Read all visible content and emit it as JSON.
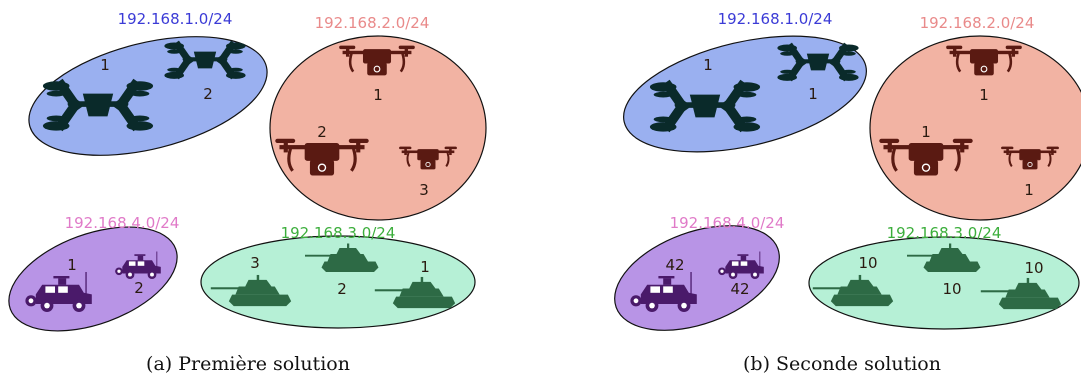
{
  "colors": {
    "net1_fill": "#9ab0f0",
    "net1_text": "#3b3bd6",
    "net2_fill": "#f2b3a3",
    "net2_text": "#e98a8a",
    "net3_fill": "#b6f0d6",
    "net3_text": "#3cae3c",
    "net4_fill": "#b894e6",
    "net4_text": "#e07ac8",
    "quad": "#0a2a2a",
    "drone": "#5a1a12",
    "tank": "#2d6a45",
    "humvee": "#4a1a6a"
  },
  "panels": [
    {
      "caption": "(a) Première solution",
      "networks": {
        "net1": {
          "label": "192.168.1.0/24",
          "nums": [
            "1",
            "2"
          ]
        },
        "net2": {
          "label": "192.168.2.0/24",
          "nums": [
            "1",
            "2",
            "3"
          ]
        },
        "net4": {
          "label": "192.168.4.0/24",
          "nums": [
            "1",
            "2"
          ]
        },
        "net3": {
          "label": "192.168.3.0/24",
          "nums": [
            "3",
            "2",
            "1"
          ]
        }
      }
    },
    {
      "caption": "(b) Seconde solution",
      "networks": {
        "net1": {
          "label": "192.168.1.0/24",
          "nums": [
            "1",
            "1"
          ]
        },
        "net2": {
          "label": "192.168.2.0/24",
          "nums": [
            "1",
            "1",
            "1"
          ]
        },
        "net4": {
          "label": "192.168.4.0/24",
          "nums": [
            "42",
            "42"
          ]
        },
        "net3": {
          "label": "192.168.3.0/24",
          "nums": [
            "10",
            "10",
            "10"
          ]
        }
      }
    }
  ]
}
